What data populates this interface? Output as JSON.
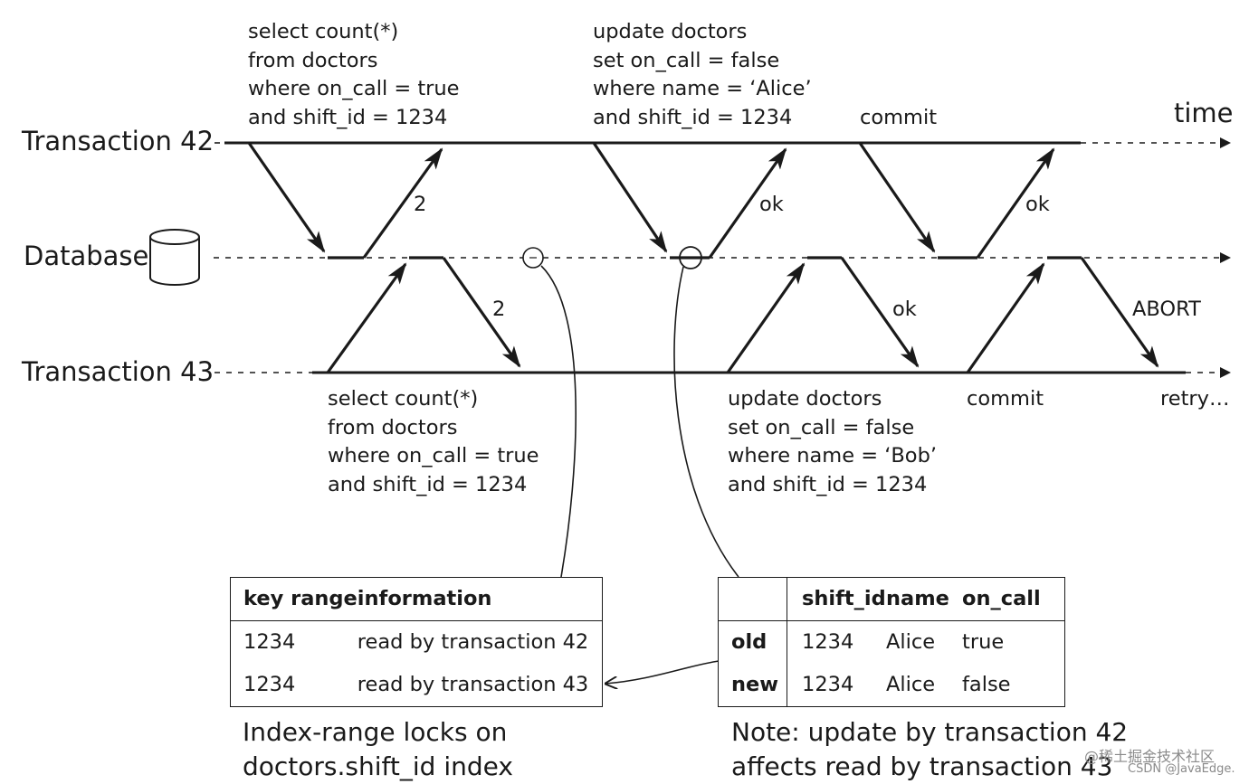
{
  "labels": {
    "time": "time",
    "transaction_42": "Transaction 42",
    "database": "Database",
    "transaction_43": "Transaction 43"
  },
  "t42_queries": {
    "select": "select count(*)\nfrom doctors\nwhere on_call = true\nand shift_id = 1234",
    "update": "update doctors\nset on_call = false\nwhere name = ‘Alice’\nand shift_id = 1234",
    "commit": "commit"
  },
  "t43_queries": {
    "select": "select count(*)\nfrom doctors\nwhere on_call = true\nand shift_id = 1234",
    "update": "update doctors\nset on_call = false\nwhere name = ‘Bob’\nand shift_id = 1234",
    "commit": "commit",
    "retry": "retry…"
  },
  "responses": {
    "t42_count": "2",
    "t43_count": "2",
    "t42_update_ok": "ok",
    "t42_commit_ok": "ok",
    "t43_update_ok": "ok",
    "t43_abort": "ABORT"
  },
  "index_locks_table": {
    "headers": [
      "key range",
      "information"
    ],
    "rows": [
      [
        "1234",
        "read by transaction 42"
      ],
      [
        "1234",
        "read by transaction 43"
      ]
    ]
  },
  "update_table": {
    "headers": [
      "",
      "shift_id",
      "name",
      "on_call"
    ],
    "rows": [
      [
        "old",
        "1234",
        "Alice",
        "true"
      ],
      [
        "new",
        "1234",
        "Alice",
        "false"
      ]
    ]
  },
  "captions": {
    "left": "Index-range locks on\ndoctors.shift_id index",
    "right": "Note: update by transaction 42\naffects read by transaction 43"
  },
  "watermark": {
    "line1": "@稀土掘金技术社区",
    "line2": "CSDN @JavaEdge."
  }
}
